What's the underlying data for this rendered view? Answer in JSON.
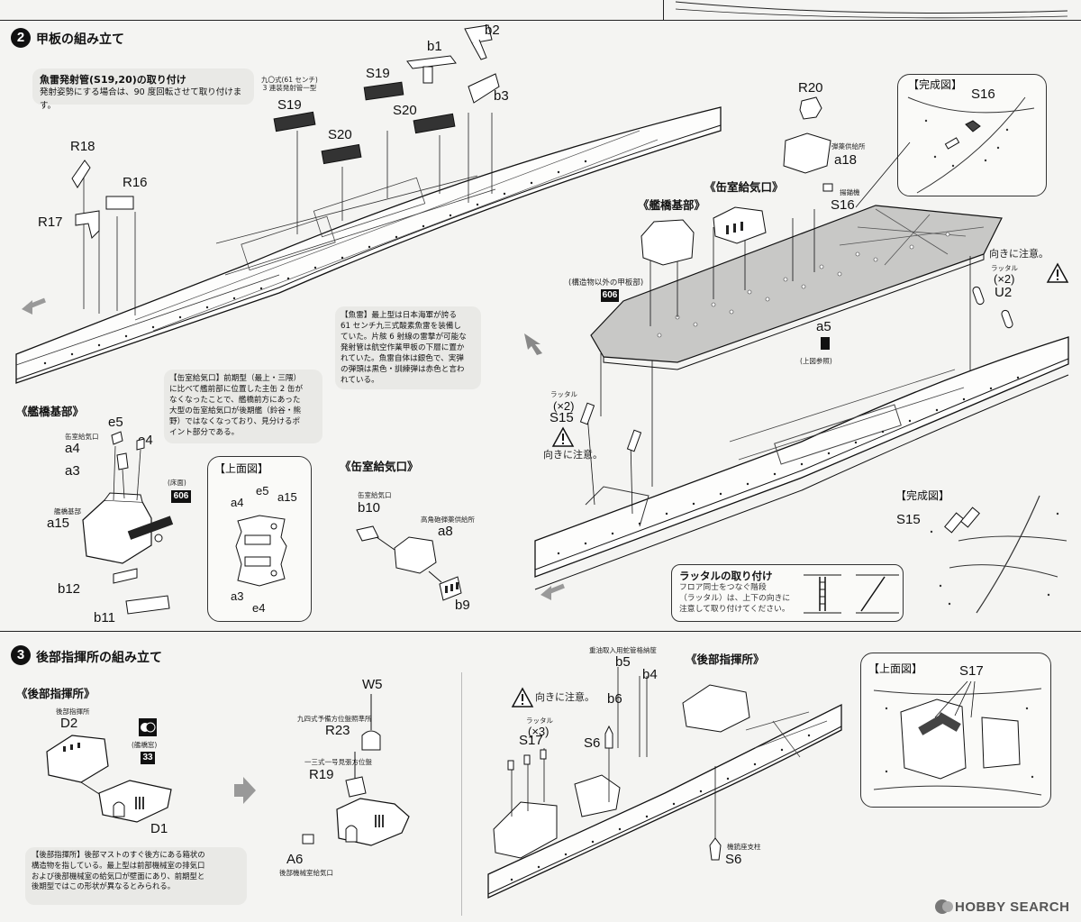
{
  "step2": {
    "number": "2",
    "title": "甲板の組み立て",
    "torpedo_note": {
      "heading": "魚雷発射管(S19,20)の取り付け",
      "text": "発射姿勢にする場合は、90 度回転させて取り付けます。"
    },
    "torpedo_caption": "九〇式(61 センチ)\n3 連装発射管一型",
    "labels": {
      "b1": "b1",
      "b2": "b2",
      "b3": "b3",
      "s19_top": "S19",
      "s19": "S19",
      "s20": "S20",
      "s20b": "S20",
      "r18": "R18",
      "r16": "R16",
      "r17": "R17",
      "r20": "R20",
      "a18": "a18",
      "a18_caption": "弾薬供給所",
      "s16": "S16",
      "s16_caption": "揚錨機",
      "s16_top": "S16",
      "completed": "【完成図】",
      "funnel_intake": "《缶室給気口》",
      "bridge_base": "《艦橋基部》",
      "hull_caption": "(構造物以外の甲板部)",
      "paint_606": "606",
      "a5": "a5",
      "a5_caption": "(上図参照)",
      "caution": "向きに注意。",
      "ladder": "ラッタル",
      "x2": "(×2)",
      "u2": "U2",
      "s15": "S15",
      "ladder2": "ラッタル",
      "x2b": "(×2)",
      "caution2": "向きに注意。",
      "completed2": "【完成図】",
      "s15b": "S15"
    },
    "torpedo_info": "【魚雷】最上型は日本海軍が誇る\n61 センチ九三式酸素魚雷を装備し\nていた。片舷 6 射線の雷撃が可能な\n発射管は航空作業甲板の下層に置か\nれていた。魚雷自体は銀色で、実弾\nの弾頭は黒色・訓練弾は赤色と言わ\nれている。",
    "intake_info": "【缶室給気口】前期型（最上・三隈）\nに比べて艦前部に位置した主缶 2 缶が\nなくなったことで、艦橋前方にあった\n大型の缶室給気口が後期艦（鈴谷・熊\n野）ではなくなっており、見分けるポ\nイント部分である。",
    "bridge": {
      "title": "《艦橋基部》",
      "e5": "e5",
      "a4_caption": "缶室給気口",
      "a4": "a4",
      "e4": "e4",
      "a3": "a3",
      "floor": "(床面)",
      "paint": "606",
      "a15_caption": "艦橋基部",
      "a15": "a15",
      "b12": "b12",
      "b11": "b11",
      "top_view": "【上面図】",
      "tv_a4": "a4",
      "tv_e5": "e5",
      "tv_a15": "a15",
      "tv_a3": "a3",
      "tv_e4": "e4"
    },
    "intake": {
      "title": "《缶室給気口》",
      "b10_caption": "缶室給気口",
      "b10": "b10",
      "a8_caption": "高角砲弾薬供給所",
      "a8": "a8",
      "b9": "b9"
    },
    "ladder_note": {
      "heading": "ラッタルの取り付け",
      "text": "フロア同士をつなぐ階段\n（ラッタル）は、上下の向きに\n注意して取り付けてください。"
    }
  },
  "step3": {
    "number": "3",
    "title": "後部指揮所の組み立て",
    "section": "《後部指揮所》",
    "d2_caption": "後部指揮所",
    "d2": "D2",
    "bridge_window": "(艦橋窓)",
    "paint": "33",
    "d1": "D1",
    "w5": "W5",
    "r23_caption": "九四式予備方位盤照準所",
    "r23": "R23",
    "r19_caption": "一三式一号見張方位盤",
    "r19": "R19",
    "a6": "A6",
    "a6_caption": "後部機械室給気口",
    "info": "【後部指揮所】後部マストのすぐ後方にある箱状の\n構造物を指している。最上型は前部機械室の排気口\nおよび後部機械室の給気口が壁面にあり、前期型と\n後期型ではこの形状が異なるとみられる。",
    "caution": "向きに注意。",
    "b5_caption": "重油取入用蛇管格納筐",
    "b5": "b5",
    "b4": "b4",
    "b6": "b6",
    "rear_section": "《後部指揮所》",
    "ladder": "ラッタル",
    "x3": "(×3)",
    "s17": "S17",
    "s6": "S6",
    "s6b_caption": "機銃座支柱",
    "s6b": "S6",
    "top_view": "【上面図】",
    "tv_s17": "S17"
  },
  "watermark": "HOBBY SEARCH"
}
